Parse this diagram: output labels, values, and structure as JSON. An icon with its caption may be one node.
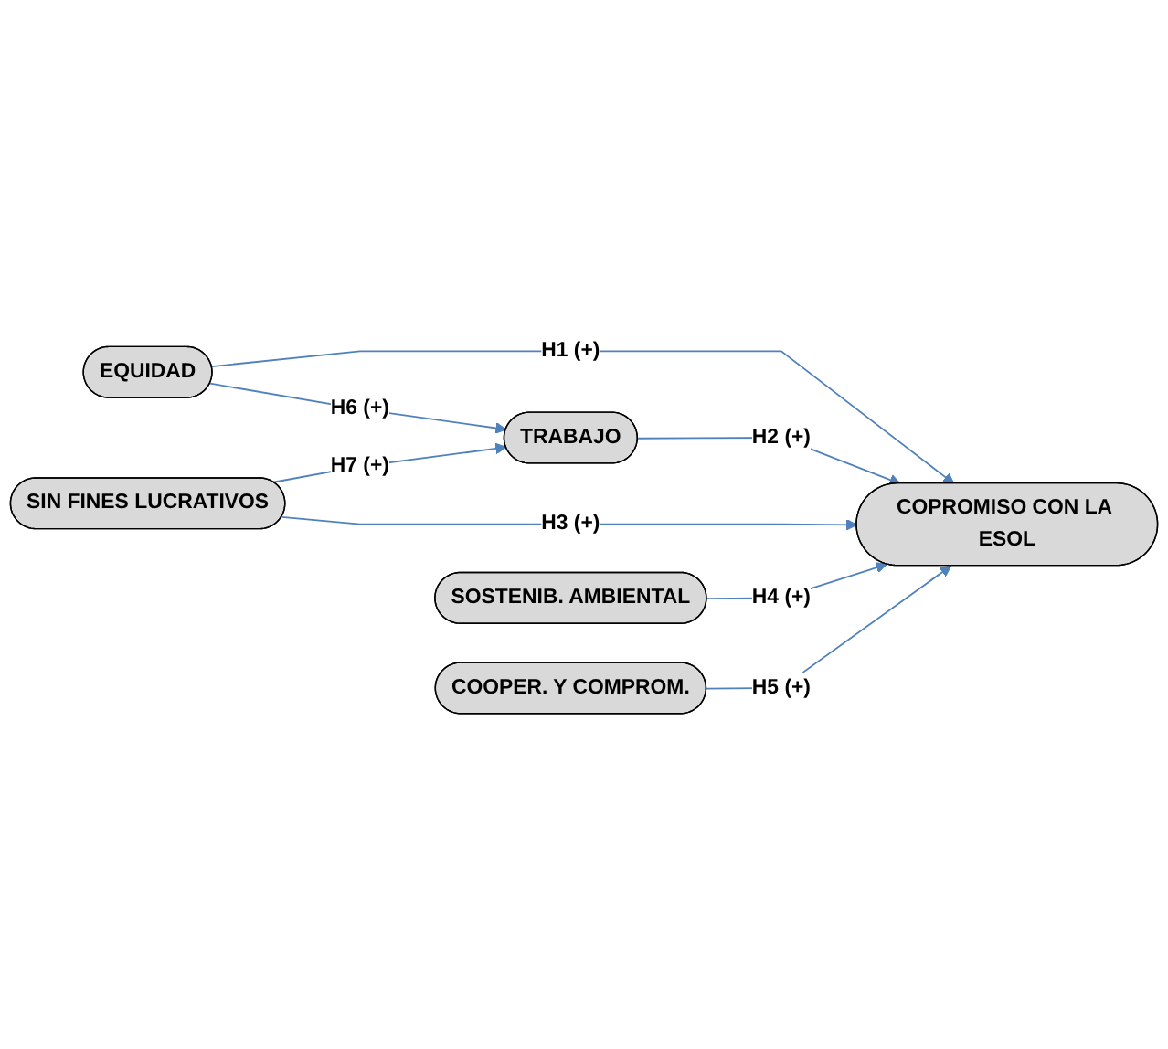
{
  "diagram": {
    "nodes": [
      {
        "text": [
          "EQUIDAD"
        ]
      },
      {
        "text": [
          "TRABAJO"
        ]
      },
      {
        "text": [
          "SIN FINES LUCRATIVOS"
        ]
      },
      {
        "text": [
          "SOSTENIB. AMBIENTAL"
        ]
      },
      {
        "text": [
          "COOPER. Y COMPROM."
        ]
      },
      {
        "text": [
          "COPROMISO CON LA ESOL"
        ]
      }
    ],
    "edges": [
      {
        "from": 0,
        "to": 5,
        "arrow": "to",
        "label": "H1 (+)"
      },
      {
        "from": 1,
        "to": 5,
        "arrow": "to",
        "label": "H2 (+)"
      },
      {
        "from": 2,
        "to": 5,
        "arrow": "to",
        "label": "H3 (+)"
      },
      {
        "from": 3,
        "to": 5,
        "arrow": "to",
        "label": "H4 (+)"
      },
      {
        "from": 4,
        "to": 5,
        "arrow": "to",
        "label": "H5 (+)"
      },
      {
        "from": 0,
        "to": 1,
        "arrow": "to",
        "label": "H6 (+)"
      },
      {
        "from": 2,
        "to": 1,
        "arrow": "to",
        "label": "H7 (+)"
      }
    ]
  }
}
